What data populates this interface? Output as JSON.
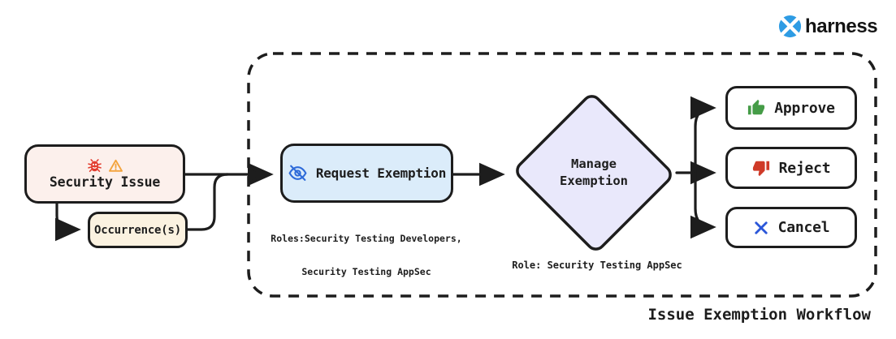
{
  "brand": {
    "name": "harness",
    "logo_icon": "harness-logo-icon",
    "logo_color": "#2e9ce4"
  },
  "title": "Issue Exemption Workflow",
  "container": {
    "style": "dashed-rounded-boundary",
    "stroke_color": "#1d1d1d"
  },
  "nodes": {
    "security_issue": {
      "label": "Security Issue",
      "bg": "#fcf0ec",
      "icons": [
        "bug-icon",
        "warning-icon"
      ],
      "bug_color": "#e23c2e",
      "warning_color": "#f3a33c"
    },
    "occurrences": {
      "label": "Occurrence(s)",
      "bg": "#fbf2e0"
    },
    "request_exemption": {
      "label": "Request Exemption",
      "bg": "#dbecfa",
      "icon": "eye-off-icon",
      "icon_color": "#2e6bd9",
      "roles_line1": "Roles:Security Testing Developers,",
      "roles_line2": "Security Testing AppSec"
    },
    "manage_exemption": {
      "label_line1": "Manage",
      "label_line2": "Exemption",
      "bg": "#e9e8fb",
      "role": "Role: Security Testing AppSec"
    },
    "approve": {
      "label": "Approve",
      "icon": "thumbs-up-icon",
      "icon_color": "#459c47"
    },
    "reject": {
      "label": "Reject",
      "icon": "thumbs-down-icon",
      "icon_color": "#cf3a28"
    },
    "cancel": {
      "label": "Cancel",
      "icon": "x-icon",
      "icon_color": "#2b57d9"
    }
  },
  "connector_color": "#1d1d1d"
}
